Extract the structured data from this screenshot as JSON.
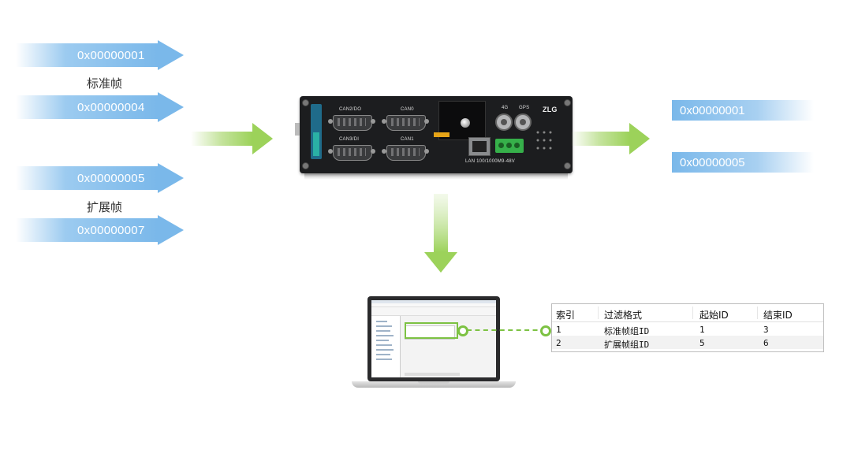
{
  "inputs": {
    "frames": [
      "0x00000001",
      "0x00000004",
      "0x00000005",
      "0x00000007"
    ],
    "standard_label": "标准帧",
    "extended_label": "扩展帧"
  },
  "outputs": {
    "frames": [
      "0x00000001",
      "0x00000005"
    ]
  },
  "device": {
    "port_can2do": "CAN2/DO",
    "port_can0": "CAN0",
    "port_can3di": "CAN3/DI",
    "port_can1": "CAN1",
    "lan_label": "LAN 100/1000M",
    "power_label": "9-48V",
    "brand": "ZLG",
    "ant_4g": "4G",
    "ant_gps": "GPS"
  },
  "filter_table": {
    "headers": [
      "索引",
      "过滤格式",
      "起始ID",
      "结束ID"
    ],
    "rows": [
      [
        "1",
        "标准帧组ID",
        "1",
        "3"
      ],
      [
        "2",
        "扩展帧组ID",
        "5",
        "6"
      ]
    ]
  },
  "colors": {
    "input_arrow": "#7ab8ea",
    "flow_arrow": "#9cd25a",
    "connector": "#7dc243",
    "device_body": "#1c1d1f"
  }
}
